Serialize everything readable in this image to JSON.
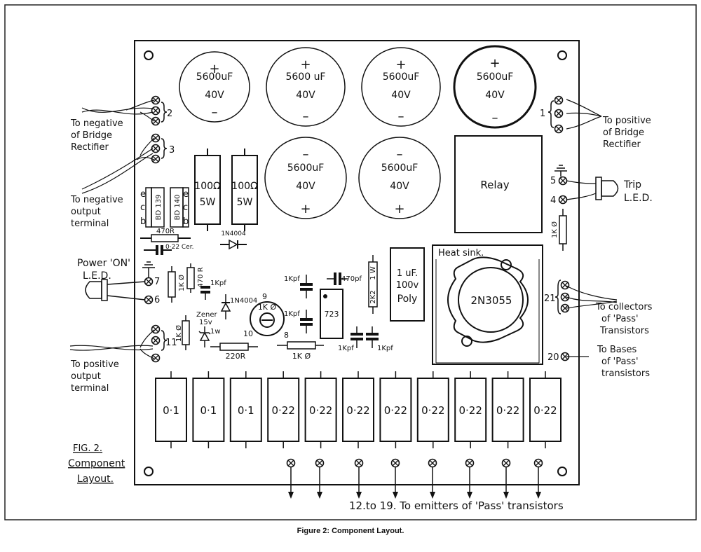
{
  "capacitors_large": [
    {
      "value": "5600uF",
      "voltage": "40V",
      "top_sign": "+",
      "bottom_sign": "–"
    },
    {
      "value": "5600 uF",
      "voltage": "40V",
      "top_sign": "+",
      "bottom_sign": "–"
    },
    {
      "value": "5600uF",
      "voltage": "40V",
      "top_sign": "+",
      "bottom_sign": "–"
    },
    {
      "value": "5600uF",
      "voltage": "40V",
      "top_sign": "+",
      "bottom_sign": "–"
    },
    {
      "value": "5600uF",
      "voltage": "40V",
      "top_sign": "–",
      "bottom_sign": "+"
    },
    {
      "value": "5600uF",
      "voltage": "40V",
      "top_sign": "–",
      "bottom_sign": "+"
    }
  ],
  "resistors_power": [
    {
      "value": "100Ω",
      "rating": "5W"
    },
    {
      "value": "100Ω",
      "rating": "5W"
    }
  ],
  "transistors_small": [
    {
      "name": "BD 139"
    },
    {
      "name": "BD 140"
    }
  ],
  "pin_letters": [
    "e",
    "c",
    "b"
  ],
  "relay_label": "Relay",
  "heatsink_label": "Heat sink.",
  "transistor_power": "2N3055",
  "poly_cap": {
    "line1": "1 uF.",
    "line2": "100v",
    "line3": "Poly"
  },
  "ic_label": "723",
  "pot_label": "1K Ø",
  "pot_pins": [
    "9",
    "10",
    "8"
  ],
  "small_parts": {
    "r470_bias": "470R",
    "cap_022": "0·22 Cer.",
    "diode_1": "1N4004",
    "r1k_led": "1K Ø",
    "r470_v": "470 R",
    "c1kpf_a": "1Kpf",
    "diode_2": "1N4004",
    "zener_line1": "Zener",
    "zener_line2": "15v",
    "zener_line3": "1w",
    "r1k_zener": "1K Ø",
    "r220": "220R",
    "r1k_bottom": "1K Ø",
    "c1kpf_b": "1Kpf",
    "c1kpf_c": "1Kpf",
    "c470pf": "470pf",
    "r2k2": "2K2",
    "r1w": "1 W",
    "c1kpf_d": "1Kpf",
    "c1kpf_e": "1Kpf",
    "r1k_trip": "1K Ø"
  },
  "emitter_resistors": [
    "0·1",
    "0·1",
    "0·1",
    "0·22",
    "0·22",
    "0·22",
    "0·22",
    "0·22",
    "0·22",
    "0·22",
    "0·22"
  ],
  "terminals": {
    "t1": "1",
    "t2": "2",
    "t3": "3",
    "t4": "4",
    "t5": "5",
    "t6": "6",
    "t7": "7",
    "t11": "11",
    "t20": "20",
    "t21": "21"
  },
  "notes": {
    "neg_bridge": [
      "To negative",
      "of Bridge",
      "Rectifier"
    ],
    "neg_output": [
      "To negative",
      "output",
      "terminal"
    ],
    "power_led": [
      "Power 'ON'",
      "L.E.D."
    ],
    "pos_output": [
      "To positive",
      "output",
      "terminal"
    ],
    "pos_bridge": [
      "To positive",
      "of Bridge",
      "Rectifier"
    ],
    "trip_led": [
      "Trip",
      "L.E.D."
    ],
    "collectors": [
      "To collectors",
      "of 'Pass'",
      "Transistors"
    ],
    "bases": [
      "To Bases",
      "of 'Pass'",
      "transistors"
    ],
    "emitters": "12.to 19. To emitters of 'Pass' transistors"
  },
  "fig_title": [
    "FIG. 2.",
    "Component",
    "Layout."
  ],
  "caption": "Figure 2: Component Layout."
}
